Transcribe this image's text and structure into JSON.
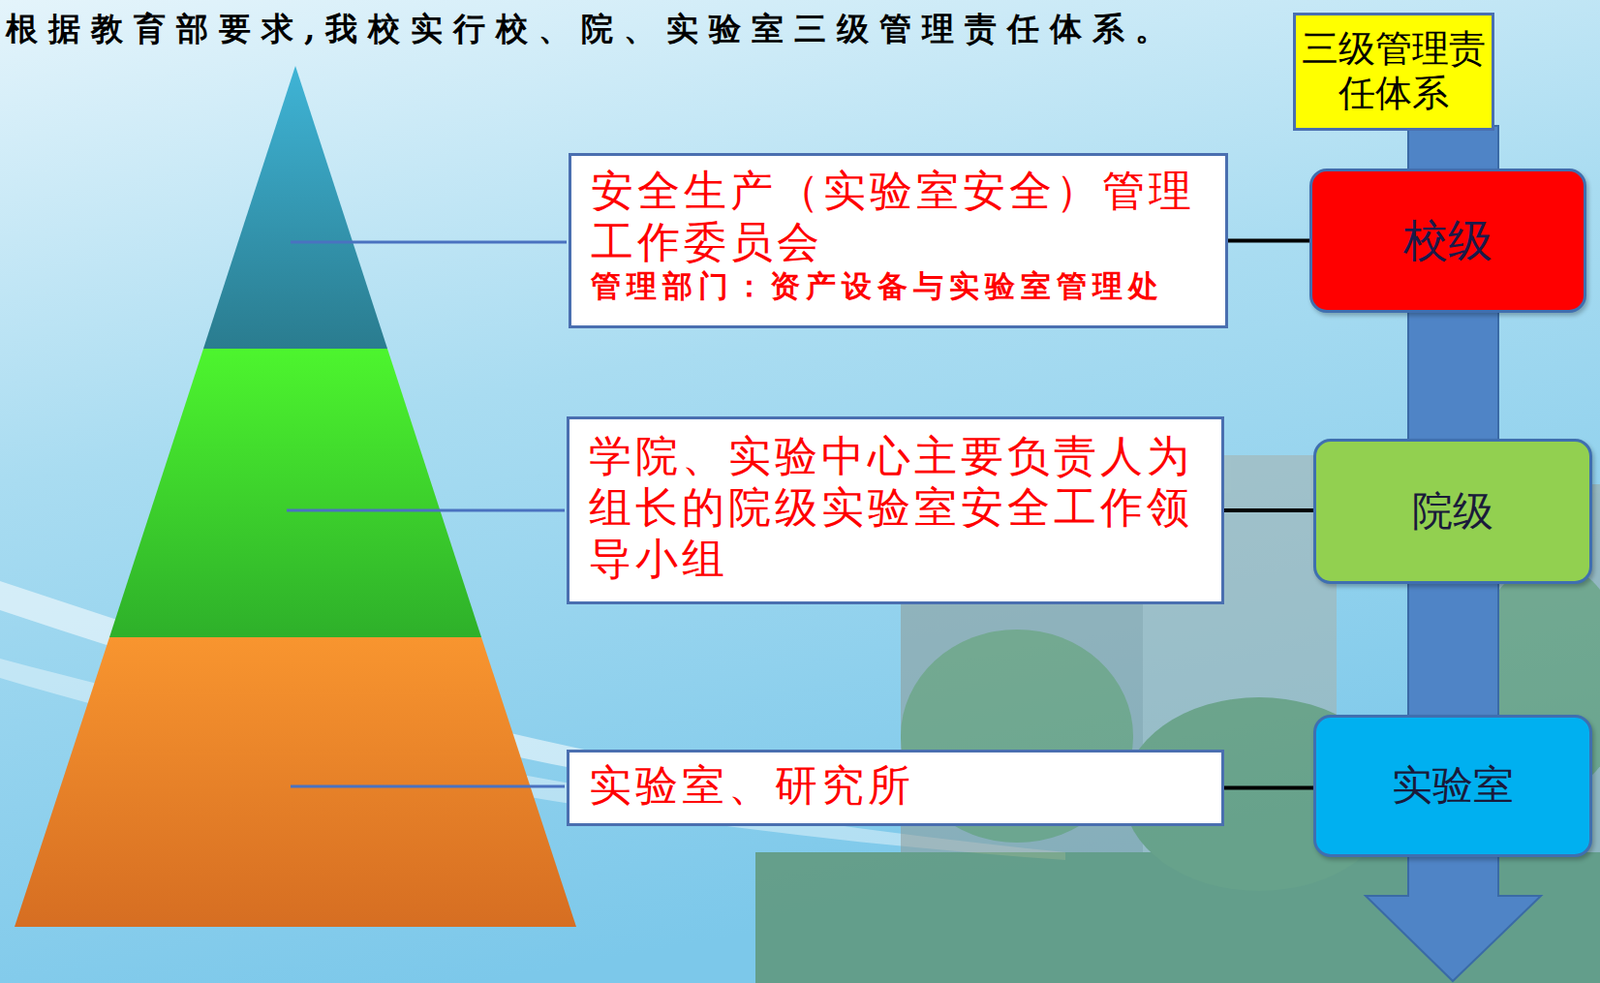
{
  "diagram": {
    "title": "根据教育部要求,我校实行校、院、实验室三级管理责任体系。",
    "nodes": [
      {
        "text": [
          "三级管理责任体系"
        ]
      },
      {
        "text": [
          "安全生产（实验室安全）管理工作委员会",
          "管理部门：资产设备与实验室管理处"
        ]
      },
      {
        "text": [
          "校级"
        ]
      },
      {
        "text": [
          "学院、实验中心主要负责人为组长的院级实验室安全工作领导小组"
        ]
      },
      {
        "text": [
          "院级"
        ]
      },
      {
        "text": [
          "实验室、研究所"
        ]
      },
      {
        "text": [
          "实验室"
        ]
      }
    ],
    "edges": [
      {
        "from": 1,
        "to": 2,
        "arrow": "none"
      },
      {
        "from": 3,
        "to": 4,
        "arrow": "none"
      },
      {
        "from": 5,
        "to": 6,
        "arrow": "none"
      }
    ]
  }
}
